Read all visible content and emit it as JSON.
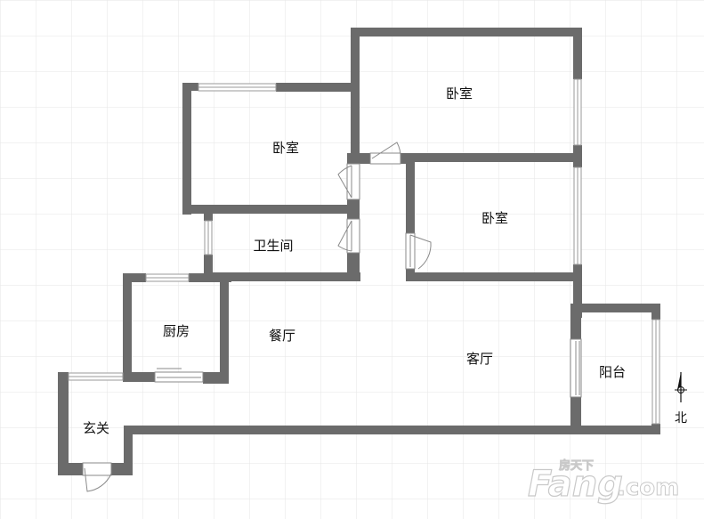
{
  "rooms": {
    "bedroom_top": "卧室",
    "bedroom_left": "卧室",
    "bedroom_middle": "卧室",
    "bathroom": "卫生间",
    "kitchen": "厨房",
    "dining": "餐厅",
    "living": "客厅",
    "balcony": "阳台",
    "entrance": "玄关"
  },
  "compass": {
    "label": "北"
  },
  "watermark": {
    "brand_cn": "房天下",
    "brand_main": "Fang",
    "brand_domain": ".com"
  },
  "colors": {
    "wall": "#6b6b6b",
    "grid": "#e6e6e6",
    "window": "#9a9a9a"
  }
}
